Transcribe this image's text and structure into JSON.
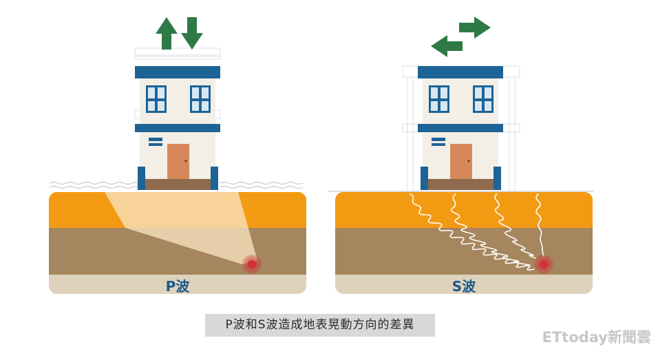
{
  "panels": [
    {
      "label": "P波"
    },
    {
      "label": "S波"
    }
  ],
  "caption": "P波和S波造成地表晃動方向的差異",
  "watermark": "ETtoday新聞雲",
  "colors": {
    "arrow_green": "#2e7a47",
    "house_blue": "#1d6396",
    "surface_orange": "#f39a13",
    "soil_brown": "#a5865e",
    "bedrock_beige": "#dfd2bc",
    "focus_red": "#d3303a",
    "label_blue": "#1a5a8c"
  },
  "icons": {
    "p_wave_arrows": "up-down-arrows-icon",
    "s_wave_arrows": "left-right-arrows-icon",
    "focus": "hypocenter-dot-icon"
  }
}
